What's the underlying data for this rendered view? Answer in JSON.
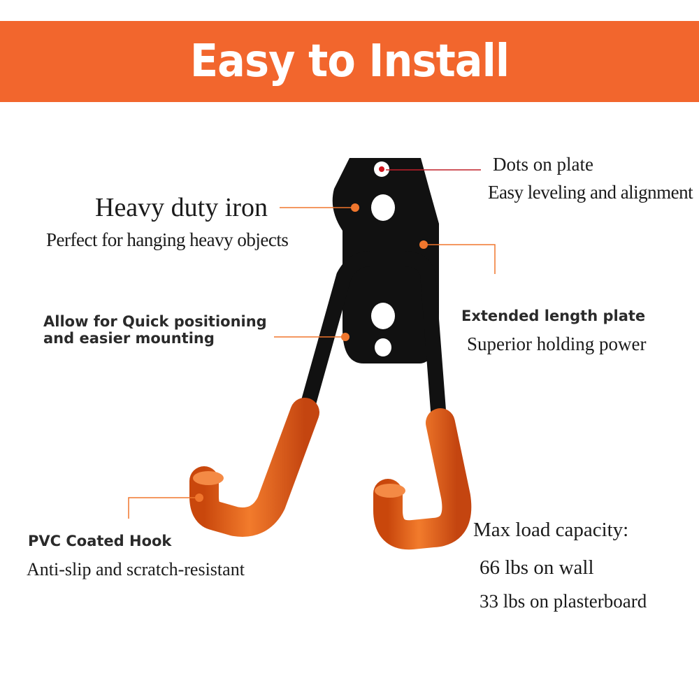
{
  "banner": {
    "title": "Easy to Install",
    "color": "#f2662d"
  },
  "colors": {
    "accent": "#f0762d",
    "plate": "#0f0f0f",
    "coating": "#ee6a1c",
    "leader_dot_red": "#d0131c"
  },
  "callouts": {
    "dots": {
      "title": "Dots on plate",
      "desc": "Easy leveling and alignment"
    },
    "iron": {
      "title": "Heavy duty iron",
      "desc": "Perfect for hanging heavy objects"
    },
    "positioning": {
      "line1": "Allow for Quick positioning",
      "line2": "and easier mounting"
    },
    "plate": {
      "title": "Extended length plate",
      "desc": "Superior holding power"
    },
    "pvc": {
      "title": "PVC Coated Hook",
      "desc": "Anti-slip and scratch-resistant"
    },
    "load": {
      "title": "Max load capacity:",
      "wall": "66 lbs on wall",
      "plaster": "33 lbs on plasterboard"
    }
  }
}
